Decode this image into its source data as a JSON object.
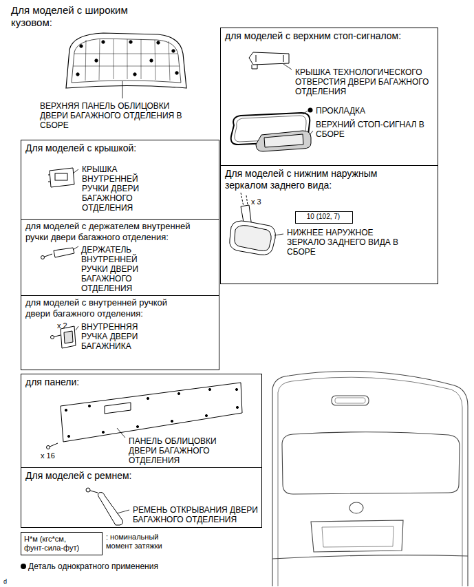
{
  "diagram": {
    "title": "Для моделей с широким кузовом:",
    "nodes": [
      {
        "text": [
          "для моделей с верхним стоп-сигналом:",
          "КРЫШКА ТЕХНОЛОГИЧЕСКОГО ОТВЕРСТИЯ ДВЕРИ БАГАЖНОГО ОТДЕЛЕНИЯ",
          "ПРОКЛАДКА",
          "ВЕРХНИЙ СТОП-СИГНАЛ В СБОРЕ"
        ]
      },
      {
        "text": [
          "Для моделей с нижним наружным зеркалом заднего вида:",
          "x 3",
          "НИЖНЕЕ НАРУЖНОЕ ЗЕРКАЛО ЗАДНЕГО ВИДА В СБОРЕ"
        ]
      },
      {
        "text": [
          "10 (102, 7)"
        ],
        "in": 1
      },
      {
        "text": [
          "Для моделей с крышкой:",
          "КРЫШКА ВНУТРЕННЕЙ РУЧКИ ДВЕРИ БАГАЖНОГО ОТДЕЛЕНИЯ"
        ]
      },
      {
        "text": [
          "для моделей с держателем внутренней ручки двери багажного отделения:",
          "ДЕРЖАТЕЛЬ ВНУТРЕННЕЙ РУЧКИ ДВЕРИ БАГАЖНОГО ОТДЕЛЕНИЯ"
        ]
      },
      {
        "text": [
          "для моделей с внутренней ручкой двери багажного отделения:",
          "x 2",
          "ВНУТРЕННЯЯ РУЧКА ДВЕРИ БАГАЖНИКА"
        ]
      },
      {
        "text": [
          "для панели:",
          "x 16",
          "ПАНЕЛЬ ОБЛИЦОВКИ ДВЕРИ БАГАЖНОГО ОТДЕЛЕНИЯ"
        ]
      },
      {
        "text": [
          "Для моделей с ремнем:",
          "РЕМЕНЬ ОТКРЫВАНИЯ ДВЕРИ БАГАЖНОГО ОТДЕЛЕНИЯ"
        ]
      },
      {
        "text": [
          "Н*м (кгс*см, фунт-сила-фут)"
        ]
      }
    ],
    "labels": [
      "ВЕРХНЯЯ ПАНЕЛЬ ОБЛИЦОВКИ ДВЕРИ БАГАЖНОГО ОТДЕЛЕНИЯ В СБОРЕ",
      ": номинальный момент затяжки",
      "d"
    ],
    "legend": [
      {
        "text": "Деталь однократного применения"
      }
    ]
  }
}
